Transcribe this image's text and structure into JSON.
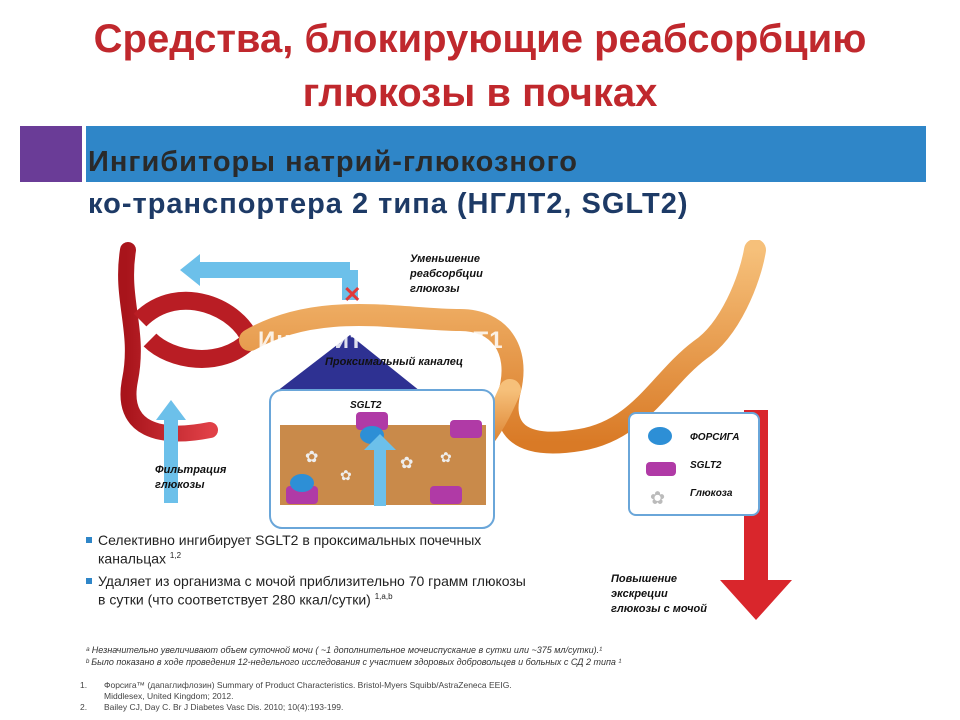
{
  "title": {
    "line1": "Средства, блокирующие реабсорбцию",
    "line2": "глюкозы в почках"
  },
  "panel": {
    "line1": "Ингибиторы натрий-глюкозного",
    "line2": "ко-транспортера 2 типа (НГЛТ2, SGLT2)"
  },
  "diagram": {
    "reduction_label": [
      "Уменьшение",
      "реабсорбции",
      "глюкозы"
    ],
    "tubule_label": "Проксимальный  каналец",
    "ghost_label": "Ингибиторы SGLT1",
    "sglt2_label": "SGLT2",
    "filtration_label": [
      "Фильтрация",
      "глюкозы"
    ],
    "excretion_label": [
      "Повышение",
      "экскреции",
      "глюкозы  с мочой"
    ]
  },
  "legend": {
    "items": [
      {
        "label": "ФОРСИГА",
        "icon": "forsiga-icon"
      },
      {
        "label": "SGLT2",
        "icon": "sglt2-icon"
      },
      {
        "label": "Глюкоза",
        "icon": "glucose-icon"
      }
    ]
  },
  "bullets": [
    {
      "text": "Селективно ингибирует SGLT2 в проксимальных почечных канальцах",
      "sup": "1,2"
    },
    {
      "text": "Удаляет из организма с мочой приблизительно 70 грамм глюкозы в сутки (что соответствует 280 ккал/сутки)",
      "sup": "1,a,b"
    }
  ],
  "footnotes": [
    "ᵃ Незначительно увеличивают объем суточной мочи  ( ~1 дополнительное мочеиспускание в сутки или ~375 мл/сутки).¹",
    "ᵇ Было показано в ходе проведения 12-недельного исследования с участием здоровых добровольцев и больных с СД 2 типа ¹"
  ],
  "references": [
    {
      "num": "1.",
      "text": "Форсига™ (дапаглифлозин) Summary of Product Characteristics. Bristol-Myers Squibb/AstraZeneca EEIG.",
      "cont": "Middlesex, United Kingdom; 2012."
    },
    {
      "num": "2.",
      "text": "Bailey CJ, Day C. Br J Diabetes Vasc Dis. 2010; 10(4):193-199.",
      "cont": ""
    }
  ],
  "colors": {
    "title_red": "#c0282d",
    "accent_purple": "#6a3c97",
    "band_blue": "#2f86c8",
    "tubule_orange": "#e8943a",
    "vessel_red": "#c4232a",
    "arrow_blue": "#6cc0ea"
  }
}
